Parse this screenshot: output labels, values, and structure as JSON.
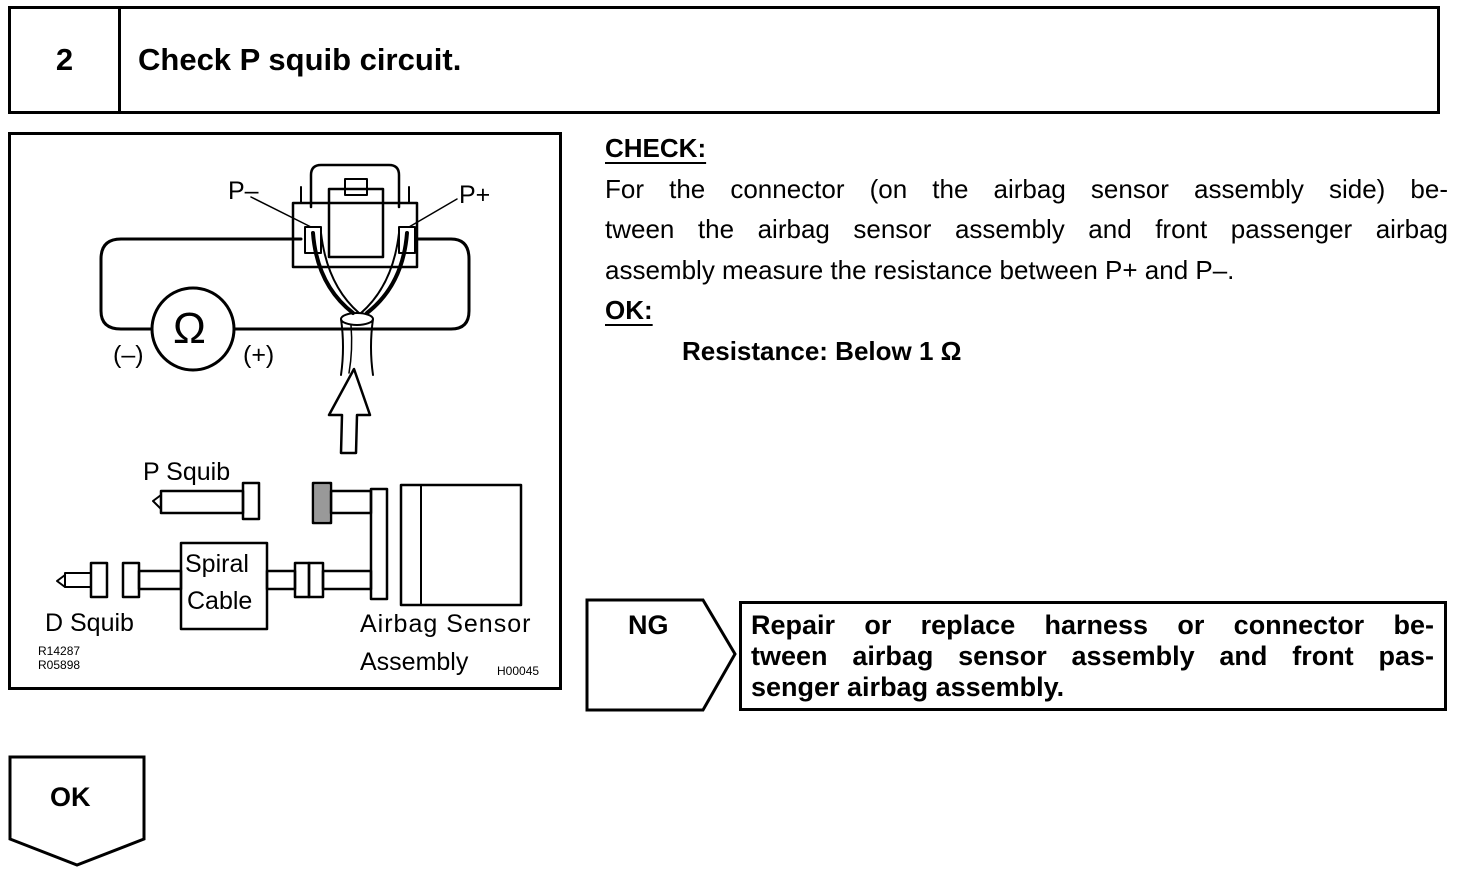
{
  "header": {
    "step_number": "2",
    "title": "Check P squib circuit."
  },
  "figure": {
    "label_p_minus": "P–",
    "label_p_plus": "P+",
    "label_ohm": "Ω",
    "label_neg": "(–)",
    "label_pos": "(+)",
    "label_p_squib": "P Squib",
    "label_spiral": "Spiral",
    "label_cable": "Cable",
    "label_d_squib": "D Squib",
    "label_airbag_sensor": "Airbag Sensor",
    "label_assembly": "Assembly",
    "code_1": "R14287",
    "code_2": "R05898",
    "code_3": "H00045"
  },
  "check": {
    "heading": "CHECK:",
    "line1": "For the connector (on the airbag sensor assembly side) be-",
    "line2": "tween the airbag sensor assembly and front passenger airbag",
    "line3": "assembly measure the resistance between P+ and P–.",
    "ok_heading": "OK:",
    "spec": "Resistance: Below 1 Ω"
  },
  "ng": {
    "label": "NG",
    "line1": "Repair or replace harness or connector be-",
    "line2": "tween airbag sensor assembly and front pas-",
    "line3": "senger airbag assembly."
  },
  "ok": {
    "label": "OK"
  }
}
